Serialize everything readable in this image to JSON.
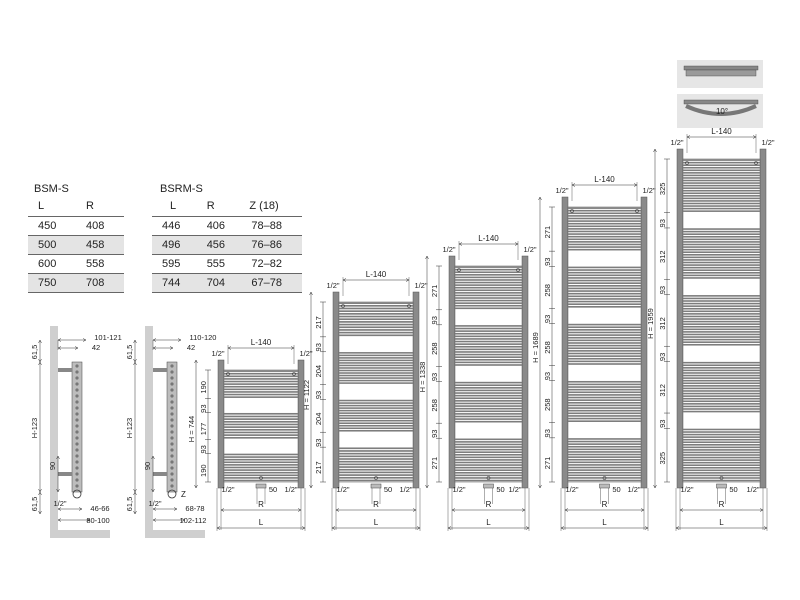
{
  "tables": {
    "bsm": {
      "title": "BSM-S",
      "headers": [
        "L",
        "R"
      ],
      "rows": [
        [
          "450",
          "408"
        ],
        [
          "500",
          "458"
        ],
        [
          "600",
          "558"
        ],
        [
          "750",
          "708"
        ]
      ]
    },
    "bsrm": {
      "title": "BSRM-S",
      "headers": [
        "L",
        "R",
        "Z (18)"
      ],
      "rows": [
        [
          "446",
          "406",
          "78–88"
        ],
        [
          "496",
          "456",
          "76–86"
        ],
        [
          "595",
          "555",
          "72–82"
        ],
        [
          "744",
          "704",
          "67–78"
        ]
      ]
    }
  },
  "side_views": [
    {
      "top": "61,5",
      "bottom": "61,5",
      "height": "H-123",
      "pipe": "90",
      "depth_outer": "101-121",
      "depth_inner": "42",
      "conn": "1/2\"",
      "foot1": "46-66",
      "foot2": "80-100",
      "z": ""
    },
    {
      "top": "61,5",
      "bottom": "61,5",
      "height": "H-123",
      "pipe": "90",
      "depth_outer": "110-120",
      "depth_inner": "42",
      "conn": "1/2\"",
      "foot1": "68-78",
      "foot2": "102-112",
      "z": "Z"
    }
  ],
  "top_views": {
    "curve_angle": "10°"
  },
  "labels": {
    "top_width": "L-140",
    "thread": "1/2\"",
    "r": "R",
    "l": "L",
    "center": "50"
  },
  "radiators": [
    {
      "height_label": "H = 744",
      "segments": [
        "190",
        "93",
        "177",
        "93",
        "190"
      ]
    },
    {
      "height_label": "H = 1122",
      "segments": [
        "217",
        "93",
        "204",
        "93",
        "204",
        "93",
        "217"
      ]
    },
    {
      "height_label": "H = 1338",
      "segments": [
        "271",
        "93",
        "258",
        "93",
        "258",
        "93",
        "271"
      ]
    },
    {
      "height_label": "H = 1689",
      "segments": [
        "271",
        "93",
        "258",
        "93",
        "258",
        "93",
        "258",
        "93",
        "271"
      ]
    },
    {
      "height_label": "H = 1959",
      "segments": [
        "325",
        "93",
        "312",
        "93",
        "312",
        "93",
        "312",
        "93",
        "325"
      ]
    }
  ]
}
